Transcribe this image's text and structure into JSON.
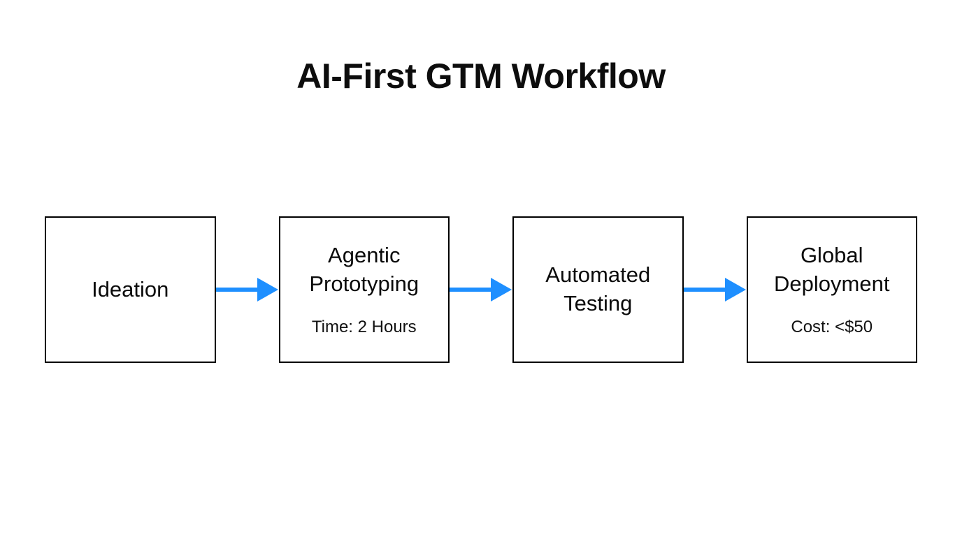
{
  "header": {
    "title": "AI-First GTM Workflow"
  },
  "diagram": {
    "type": "flowchart",
    "direction": "left-to-right",
    "steps": [
      {
        "label": "Ideation",
        "sublabel": null
      },
      {
        "label": "Agentic Prototyping",
        "sublabel": "Time: 2 Hours"
      },
      {
        "label": "Automated Testing",
        "sublabel": null
      },
      {
        "label": "Global Deployment",
        "sublabel": "Cost: <$50"
      }
    ],
    "connectors": [
      {
        "from": 0,
        "to": 1
      },
      {
        "from": 1,
        "to": 2
      },
      {
        "from": 2,
        "to": 3
      }
    ]
  },
  "colors": {
    "background": "#ffffff",
    "box_border": "#000000",
    "text": "#0a0a0a",
    "arrow": "#1e8fff"
  }
}
